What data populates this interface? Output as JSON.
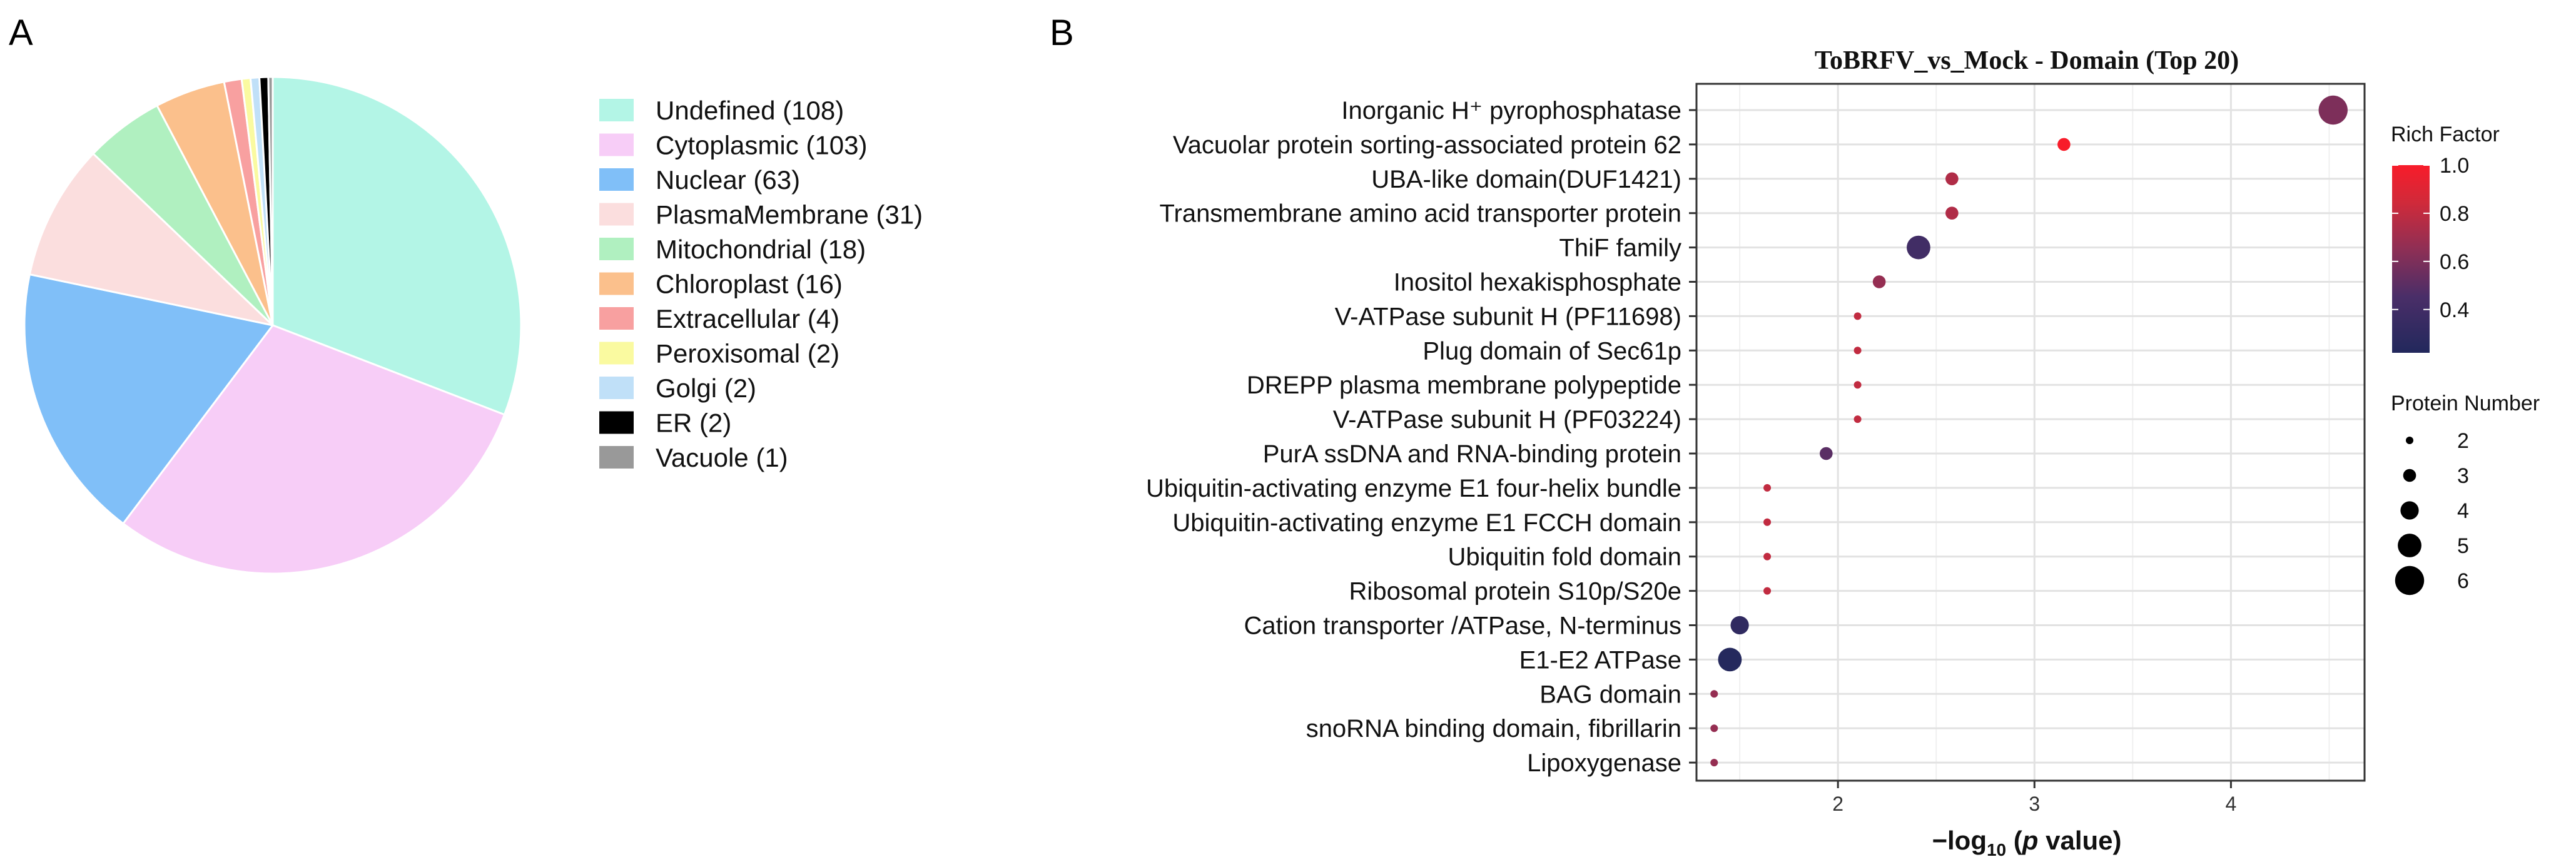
{
  "panel_labels": {
    "a": "A",
    "b": "B"
  },
  "chart_data": [
    {
      "type": "pie",
      "categories": [
        "Undefined (108)",
        "Cytoplasmic (103)",
        "Nuclear (63)",
        "PlasmaMembrane (31)",
        "Mitochondrial (18)",
        "Chloroplast (16)",
        "Extracellular (4)",
        "Peroxisomal (2)",
        "Golgi (2)",
        "ER (2)",
        "Vacuole (1)"
      ],
      "values": [
        108,
        103,
        63,
        31,
        18,
        16,
        4,
        2,
        2,
        2,
        1
      ],
      "colors": [
        "#b3f5e6",
        "#f7cdf7",
        "#80bff8",
        "#fbdede",
        "#b0f0c0",
        "#fbc08c",
        "#f8a0a0",
        "#fafaa0",
        "#c0e0f8",
        "#000000",
        "#999999"
      ],
      "start": "12 o'clock",
      "direction": "clockwise",
      "legend_position": "right"
    },
    {
      "type": "scatter",
      "title": "ToBRFV_vs_Mock - Domain (Top 20)",
      "xlabel_parts": [
        "−log",
        "10",
        " (",
        "p",
        " value)"
      ],
      "xlim": [
        1.28,
        4.68
      ],
      "xticks": [
        2,
        3,
        4
      ],
      "grid": true,
      "categories": [
        "Inorganic H⁺ pyrophosphatase",
        "Vacuolar protein sorting-associated protein 62",
        "UBA-like domain(DUF1421)",
        "Transmembrane amino acid transporter protein",
        "ThiF family",
        "Inositol hexakisphosphate",
        "V-ATPase subunit H (PF11698)",
        "Plug domain of Sec61p",
        "DREPP plasma membrane polypeptide",
        "V-ATPase subunit H (PF03224)",
        "PurA ssDNA and RNA-binding protein",
        "Ubiquitin-activating enzyme E1 four-helix bundle",
        "Ubiquitin-activating enzyme E1 FCCH domain",
        "Ubiquitin fold domain",
        "Ribosomal protein S10p/S20e",
        "Cation transporter /ATPase, N-terminus",
        "E1-E2 ATPase",
        "BAG domain",
        "snoRNA binding domain, fibrillarin",
        "Lipoxygenase"
      ],
      "x": [
        4.52,
        3.15,
        2.58,
        2.58,
        2.41,
        2.21,
        2.1,
        2.1,
        2.1,
        2.1,
        1.94,
        1.64,
        1.64,
        1.64,
        1.64,
        1.5,
        1.45,
        1.37,
        1.37,
        1.37
      ],
      "protein_number": [
        6,
        3,
        3,
        3,
        5,
        3,
        2,
        2,
        2,
        2,
        3,
        2,
        2,
        2,
        2,
        4,
        5,
        2,
        2,
        2
      ],
      "rich_factor": [
        0.6,
        1.0,
        0.75,
        0.75,
        0.4,
        0.67,
        0.8,
        0.8,
        0.8,
        0.8,
        0.5,
        0.8,
        0.8,
        0.8,
        0.8,
        0.3,
        0.24,
        0.67,
        0.67,
        0.67
      ],
      "color_legend": {
        "title": "Rich Factor",
        "range": [
          0.22,
          1.0
        ],
        "ticks": [
          0.4,
          0.6,
          0.8,
          1.0
        ],
        "tick_labels": [
          "0.4",
          "0.6",
          "0.8",
          "1.0"
        ],
        "low_color": "#22285c",
        "high_color": "#f81c2a"
      },
      "size_legend": {
        "title": "Protein Number",
        "values": [
          2,
          3,
          4,
          5,
          6
        ]
      },
      "legend_position": "right"
    }
  ]
}
